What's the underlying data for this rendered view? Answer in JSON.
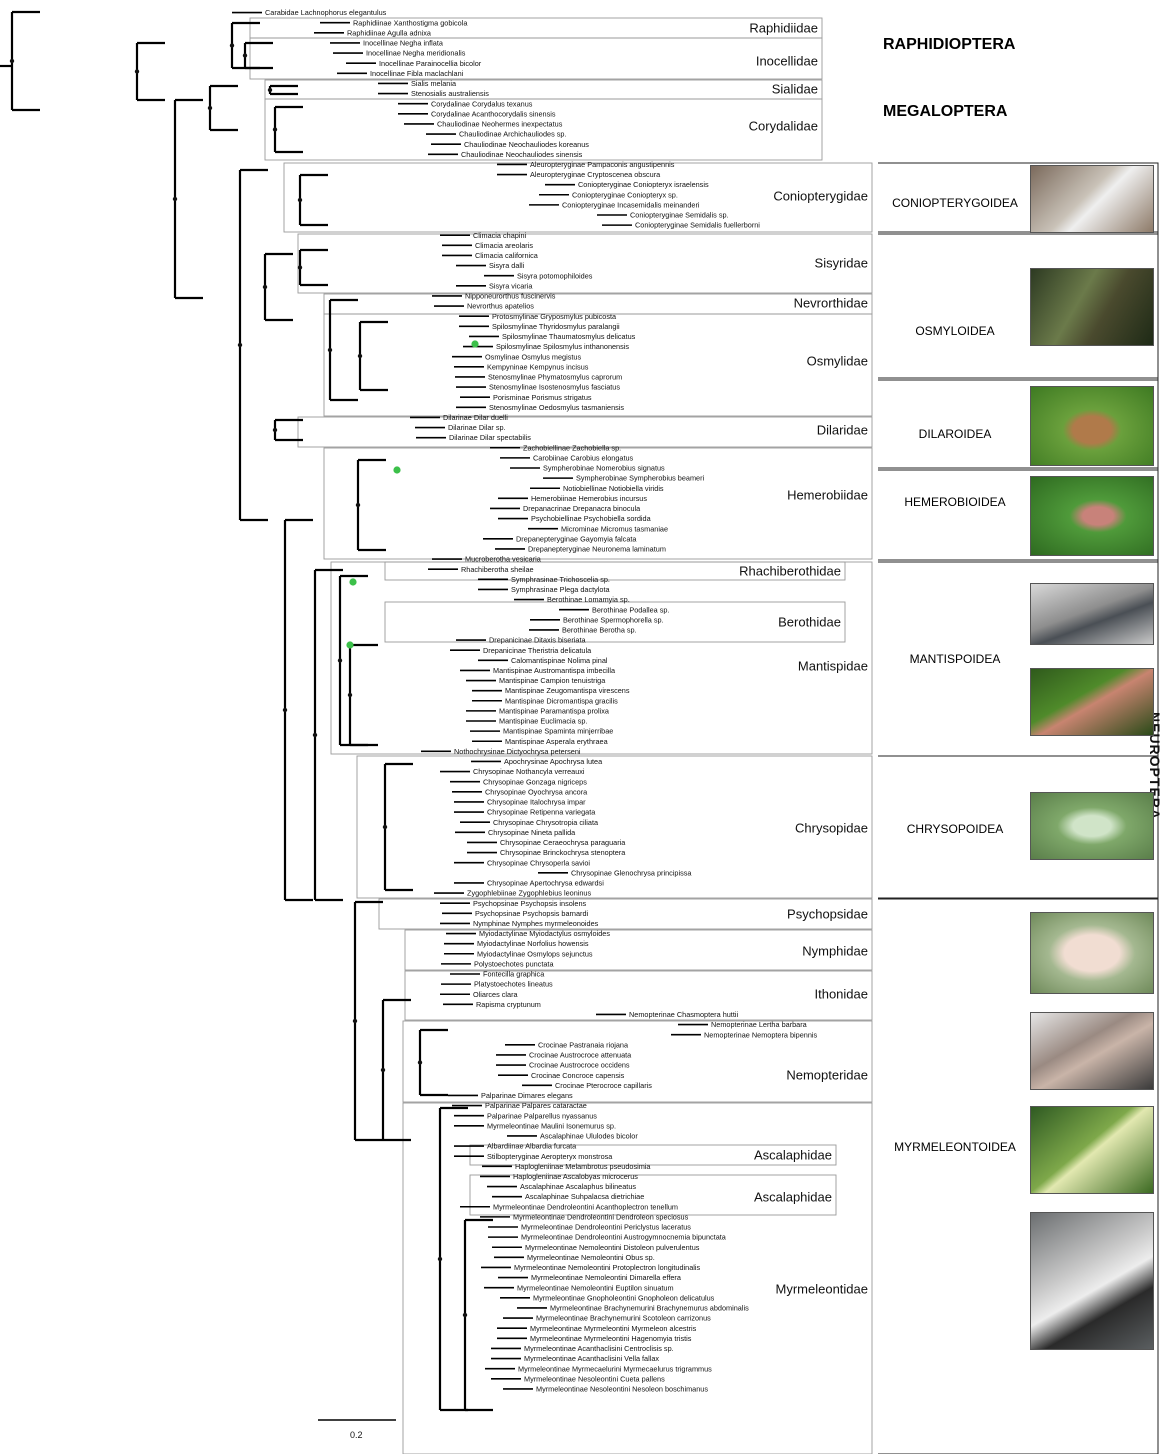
{
  "orders": {
    "raphidioptera": "RAPHIDIOPTERA",
    "megaloptera": "MEGALOPTERA",
    "neuroptera": "NEUROPTERA"
  },
  "superfamilies": {
    "coniopterygoidea": "CONIOPTERYGOIDEA",
    "osmyloidea": "OSMYLOIDEA",
    "dilaroidea": "DILAROIDEA",
    "hemerobioidea": "HEMEROBIOIDEA",
    "mantispoidea": "MANTISPOIDEA",
    "chrysopoidea": "CHRYSOPOIDEA",
    "myrmeleontoidea": "MYRMELEONTOIDEA"
  },
  "scale_bar": {
    "value": "0.2"
  },
  "photo_icons": [
    "coniopterygid-photo-icon",
    "osmylid-photo-icon",
    "dilarid-photo-icon",
    "hemerobiid-photo-icon",
    "berothid-photo-icon",
    "mantispid-photo-icon",
    "chrysopid-photo-icon",
    "psychopsid-photo-icon",
    "ithonid-photo-icon",
    "nemopterid-photo-icon",
    "myrmeleontid-photo-icon"
  ],
  "colors": {
    "highlight_node": "#3cc04a",
    "clade_box_border": "#9a9a9a"
  },
  "families": [
    "Raphidiidae",
    "Inocellidae",
    "Sialidae",
    "Corydalidae",
    "Coniopterygidae",
    "Sisyridae",
    "Nevrorthidae",
    "Osmylidae",
    "Dilaridae",
    "Hemerobiidae",
    "Rhachiberothidae",
    "Berothidae",
    "Mantispidae",
    "Chrysopidae",
    "Psychopsidae",
    "Nymphidae",
    "Ithonidae",
    "Nemopteridae",
    "Ascalaphidae",
    "Ascalaphidae",
    "Myrmeleontidae"
  ],
  "taxa": [
    "Carabidae Lachnophorus elegantulus",
    "Raphidiinae Xanthostigma gobicola",
    "Raphidiinae Agulla adnixa",
    "Inocellinae Negha inflata",
    "Inocellinae Negha meridionalis",
    "Inocellinae Parainocellia bicolor",
    "Inocellinae Fibla maclachlani",
    "Sialis melania",
    "Stenosialis australiensis",
    "Corydalinae Corydalus texanus",
    "Corydalinae Acanthocorydalis sinensis",
    "Chauliodinae Neohermes inexpectatus",
    "Chauliodinae Archichauliodes sp.",
    "Chauliodinae Neochauliodes koreanus",
    "Chauliodinae Neochauliodes sinensis",
    "Aleuropteryginae Pampaconis angustipennis",
    "Aleuropteryginae Cryptoscenea obscura",
    "Coniopteryginae Coniopteryx israelensis",
    "Coniopteryginae Coniopteryx sp.",
    "Coniopteryginae Incasemidalis meinanderi",
    "Coniopteryginae Semidalis sp.",
    "Coniopteryginae Semidalis fuellerborni",
    "Climacia chapini",
    "Climacia areolaris",
    "Climacia californica",
    "Sisyra dalli",
    "Sisyra potomophiloides",
    "Sisyra vicaria",
    "Nipponeurorthus fuscinervis",
    "Nevrorthus apatelios",
    "Protosmylinae Gryposmylus pubicosta",
    "Spilosmylinae Thyridosmylus paralangii",
    "Spilosmylinae Thaumatosmylus delicatus",
    "Spilosmylinae Spilosmylus inthanonensis",
    "Osmylinae Osmylus megistus",
    "Kempyninae Kempynus incisus",
    "Stenosmylinae Phymatosmylus caprorum",
    "Stenosmylinae Isostenosmylus fasciatus",
    "Porisminae Porismus strigatus",
    "Stenosmylinae Oedosmylus tasmaniensis",
    "Dilarinae Dilar duelli",
    "Dilarinae Dilar sp.",
    "Dilarinae Dilar spectabilis",
    "Zachobiellinae Zachobiella sp.",
    "Carobiinae Carobius elongatus",
    "Sympherobinae Nomerobius signatus",
    "Sympherobinae Sympherobius beameri",
    "Notiobiellinae Notiobiella viridis",
    "Hemerobiinae Hemerobius incursus",
    "Drepanacrinae Drepanacra binocula",
    "Psychobiellinae Psychobiella sordida",
    "Microminae Micromus tasmaniae",
    "Drepanepteryginae Gayomyia falcata",
    "Drepanepteryginae Neuronema laminatum",
    "Mucroberotha vesicaria",
    "Rhachiberotha sheilae",
    "Symphrasinae Trichoscelia sp.",
    "Symphrasinae Plega dactylota",
    "Berothinae Lomamyia sp.",
    "Berothinae Podallea sp.",
    "Berothinae Spermophorella sp.",
    "Berothinae Berotha sp.",
    "Drepanicinae Ditaxis biseriata",
    "Drepanicinae Theristria delicatula",
    "Calomantispinae Nolima pinal",
    "Mantispinae Austromantispa imbecilla",
    "Mantispinae Campion tenuistriga",
    "Mantispinae Zeugomantispa virescens",
    "Mantispinae Dicromantispa gracilis",
    "Mantispinae Paramantispa prolixa",
    "Mantispinae Euclimacia sp.",
    "Mantispinae Spaminta minjerribae",
    "Mantispinae Asperala erythraea",
    "Nothochrysinae Dictyochrysa peterseni",
    "Apochrysinae Apochrysa lutea",
    "Chrysopinae Nothancyla verreauxi",
    "Chrysopinae Gonzaga nigriceps",
    "Chrysopinae Oyochrysa ancora",
    "Chrysopinae Italochrysa impar",
    "Chrysopinae Retipenna variegata",
    "Chrysopinae Chrysotropia ciliata",
    "Chrysopinae Nineta pallida",
    "Chrysopinae Ceraeochrysa paraguaria",
    "Chrysopinae Brinckochrysa stenoptera",
    "Chrysopinae Chrysoperla savioi",
    "Chrysopinae Glenochrysa principissa",
    "Chrysopinae Apertochrysa edwardsi",
    "Zygophlebiinae Zygophlebius leoninus",
    "Psychopsinae Psychopsis insolens",
    "Psychopsinae Psychopsis barnardi",
    "Nymphinae Nymphes myrmeleonoides",
    "Myiodactylinae Myiodactylus osmyloides",
    "Myiodactylinae Norfolius howensis",
    "Myiodactylinae Osmylops sejunctus",
    "Polystoechotes punctata",
    "Fontecilla graphica",
    "Platystoechotes lineatus",
    "Oliarces clara",
    "Rapisma cryptunum",
    "Nemopterinae Chasmoptera huttii",
    "Nemopterinae Lertha barbara",
    "Nemopterinae Nemoptera bipennis",
    "Crocinae Pastranaia riojana",
    "Crocinae Austrocroce attenuata",
    "Crocinae Austrocroce occidens",
    "Crocinae Concroce capensis",
    "Crocinae Pterocroce capillaris",
    "Palparinae Dimares elegans",
    "Palparinae Palpares cataractae",
    "Palparinae Palparellus nyassanus",
    "Myrmeleontinae Maulini Isonemurus sp.",
    "Ascalaphinae Ululodes bicolor",
    "Albardiinae Albardia furcata",
    "Stilbopteryginae Aeropteryx monstrosa",
    "Haplogleniinae Melambrotus pseudosimia",
    "Haplogleniinae Ascalobyas microcerus",
    "Ascalaphinae Ascalaphus bilineatus",
    "Ascalaphinae Suhpalacsa dietrichiae",
    "Myrmeleontinae Dendroleontini Acanthoplectron tenellum",
    "Myrmeleontinae Dendroleontini Dendroleon speciosus",
    "Myrmeleontinae Dendroleontini Periclystus laceratus",
    "Myrmeleontinae Dendroleontini Austrogymnocnemia bipunctata",
    "Myrmeleontinae Nemoleontini Distoleon pulverulentus",
    "Myrmeleontinae Nemoleontini Obus sp.",
    "Myrmeleontinae Nemoleontini Protoplectron longitudinalis",
    "Myrmeleontinae Nemoleontini Dimarella effera",
    "Myrmeleontinae Nemoleontini Euptilon sinuatum",
    "Myrmeleontinae Gnopholeontini Gnopholeon delicatulus",
    "Myrmeleontinae Brachynemurini Brachynemurus abdominalis",
    "Myrmeleontinae Brachynemurini Scotoleon carrizonus",
    "Myrmeleontinae Myrmeleontini Myrmeleon alcestris",
    "Myrmeleontinae Myrmeleontini Hagenomyia tristis",
    "Myrmeleontinae Acanthaclisini Centroclisis sp.",
    "Myrmeleontinae Acanthaclisini Vella fallax",
    "Myrmeleontinae Myrmecaelurini Myrmecaelurus trigrammus",
    "Myrmeleontinae Nesoleontini Cueta pallens",
    "Myrmeleontinae Nesoleontini Nesoleon boschimanus"
  ]
}
